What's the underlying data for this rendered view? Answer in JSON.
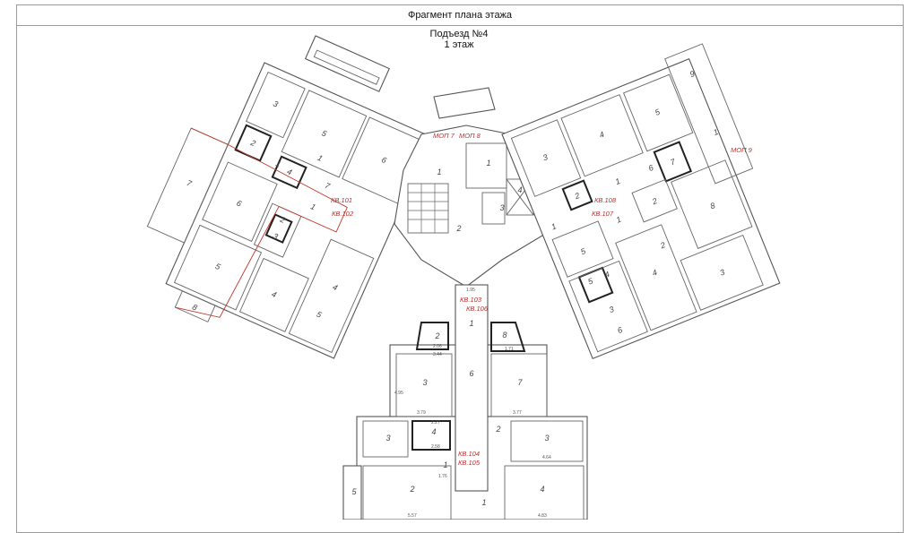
{
  "header": {
    "title": "Фрагмент плана этажа"
  },
  "plan": {
    "entrance": "Подъезд №4",
    "floor": "1 этаж"
  },
  "apartments": [
    "МОП 7",
    "МОП 8",
    "МОП 9",
    "КВ.101",
    "КВ.102",
    "КВ.103",
    "КВ.106",
    "КВ.108",
    "КВ.107",
    "КВ.104",
    "КВ.105"
  ],
  "left_wing_rooms": [
    "3",
    "5",
    "6",
    "2",
    "4",
    "7",
    "1",
    "6",
    "1",
    "5",
    "2",
    "3",
    "4",
    "5",
    "4",
    "8",
    "7",
    "1"
  ],
  "right_wing_rooms": [
    "3",
    "4",
    "5",
    "9",
    "1",
    "2",
    "6",
    "7",
    "1",
    "8",
    "5",
    "2",
    "1",
    "3",
    "4",
    "3",
    "6",
    "5",
    "4",
    "1",
    "2"
  ],
  "core_rooms": [
    "1",
    "1",
    "2",
    "3",
    "4"
  ],
  "center_rooms": [
    "2",
    "3",
    "6",
    "7",
    "8",
    "4",
    "3",
    "2",
    "3",
    "1",
    "2",
    "1",
    "4",
    "5",
    "1"
  ],
  "dimensions": [
    "3.44",
    "2.06",
    "3.79",
    "3.77",
    "2.27",
    "2.58",
    "4.64",
    "5.57",
    "1.76",
    "4.83",
    "1.71",
    "1.95",
    "4.95"
  ],
  "colors": {
    "walls": "#555555",
    "apartment_boundary": "#c0392b"
  }
}
